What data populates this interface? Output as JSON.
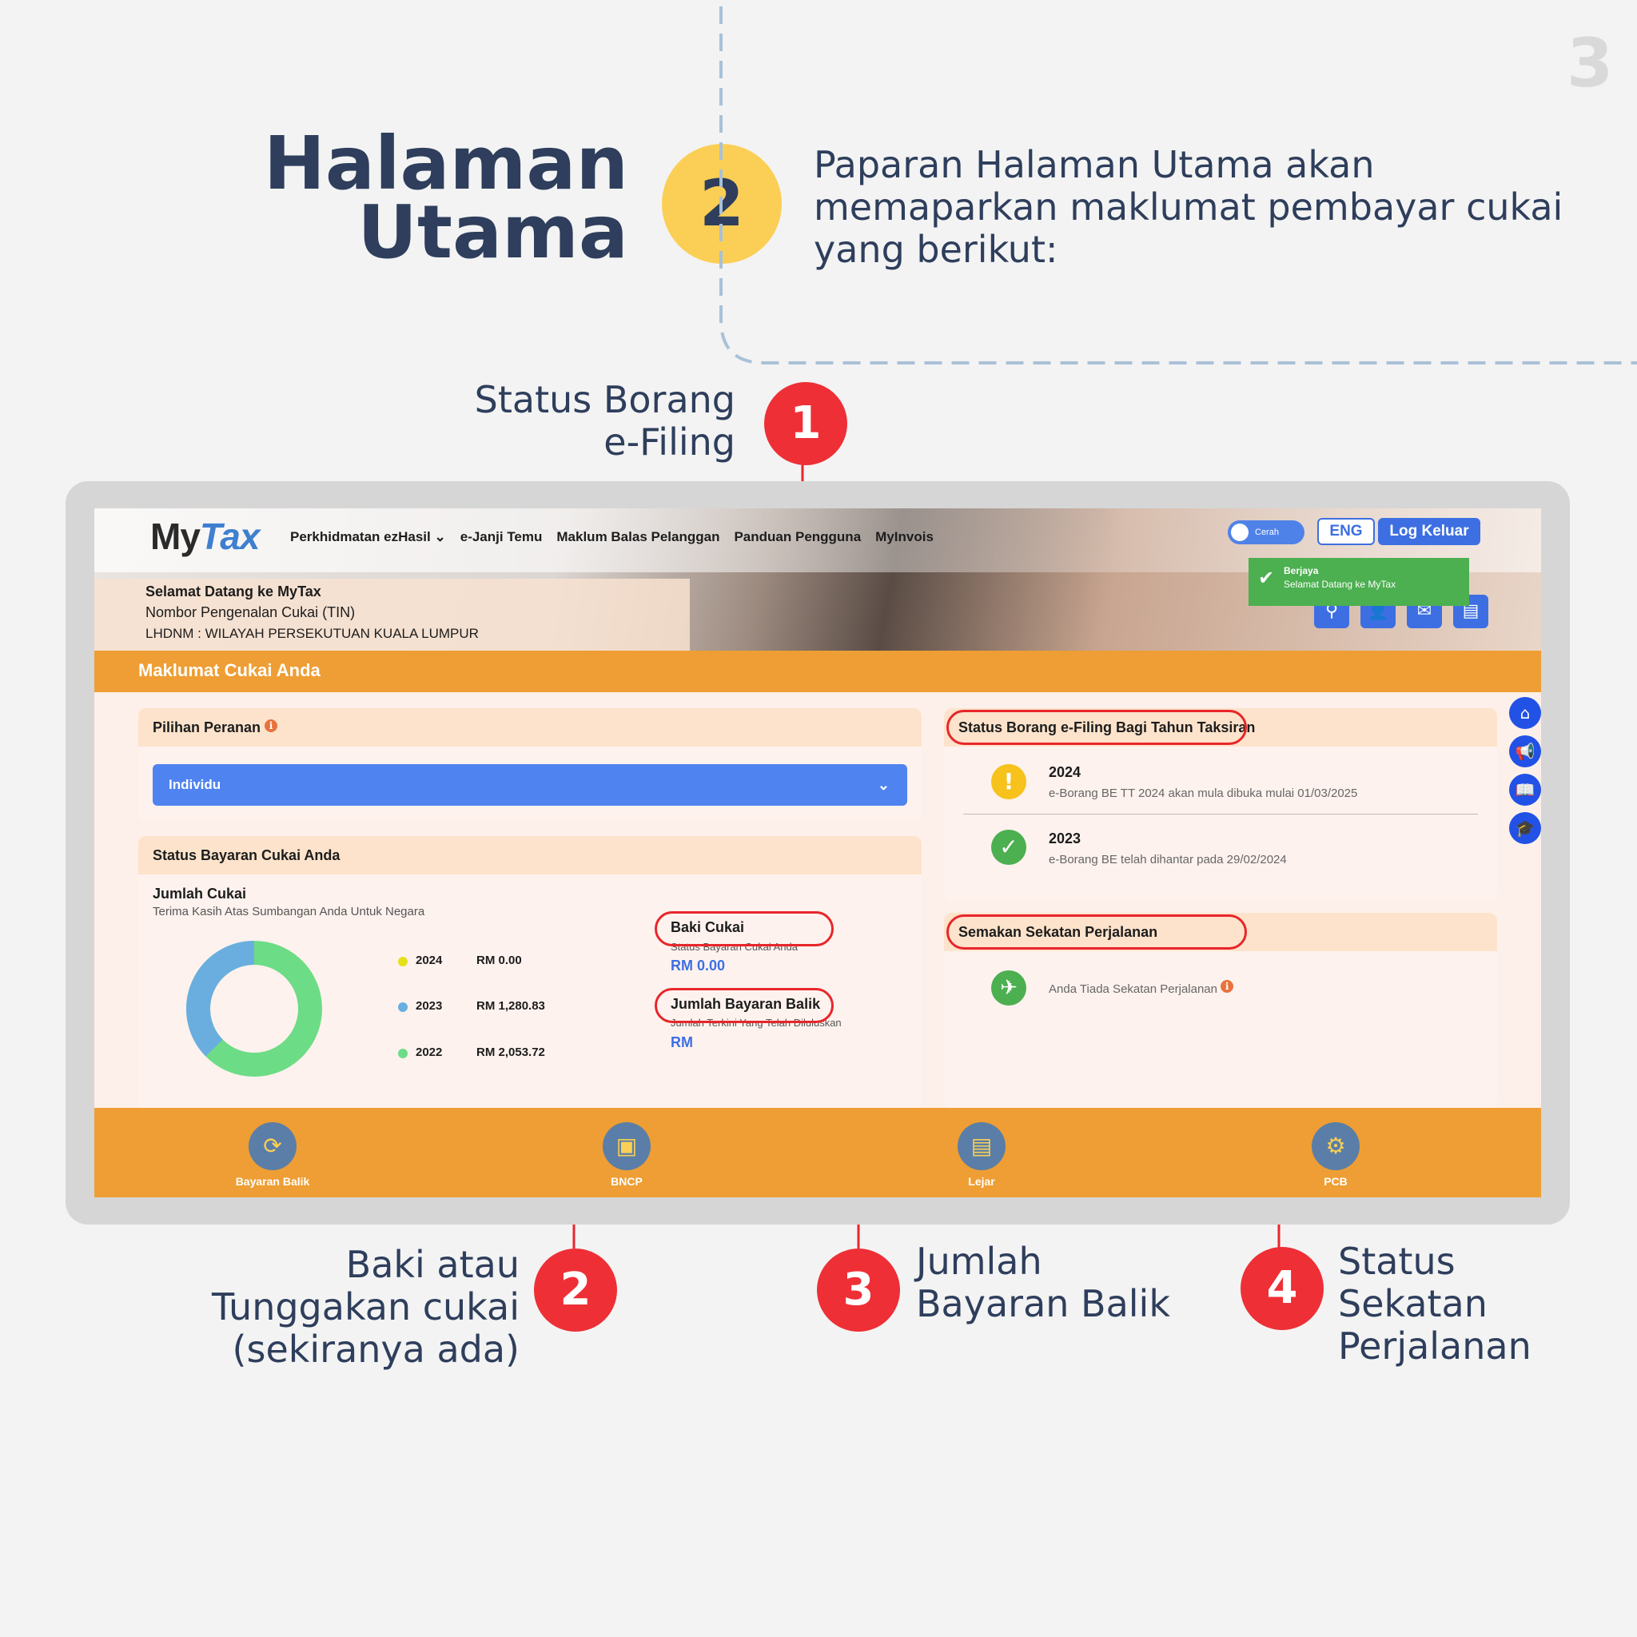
{
  "page_number": "3",
  "title_line1": "Halaman",
  "title_line2": "Utama",
  "step_number": "2",
  "intro_text": "Paparan Halaman Utama akan memaparkan maklumat pembayar cukai yang berikut:",
  "callouts": [
    {
      "number": "1",
      "label": "Status Borang e-Filing"
    },
    {
      "number": "2",
      "label": "Baki atau Tunggakan cukai (sekiranya ada)"
    },
    {
      "number": "3",
      "label": "Jumlah Bayaran Balik"
    },
    {
      "number": "4",
      "label": "Status Sekatan Perjalanan"
    }
  ],
  "app": {
    "logo_my": "My",
    "logo_tax": "Tax",
    "nav": [
      "Perkhidmatan ezHasil",
      "e-Janji Temu",
      "Maklum Balas Pelanggan",
      "Panduan Pengguna",
      "MyInvois"
    ],
    "theme_toggle": "Cerah",
    "lang_button": "ENG",
    "logout_button": "Log Keluar",
    "toast_title": "Berjaya",
    "toast_message": "Selamat Datang ke MyTax",
    "welcome": "Selamat Datang ke MyTax",
    "tin_label": "Nombor Pengenalan Cukai (TIN)",
    "office": "LHDNM : WILAYAH PERSEKUTUAN KUALA LUMPUR",
    "section_title": "Maklumat Cukai Anda",
    "role_panel_title": "Pilihan Peranan",
    "role_selected": "Individu",
    "payment_panel_title": "Status Bayaran Cukai Anda",
    "total_tax_title": "Jumlah Cukai",
    "total_tax_sub": "Terima Kasih Atas Sumbangan Anda Untuk Negara",
    "payments": [
      {
        "year": "2024",
        "amount": "RM 0.00",
        "color": "#e4e11c"
      },
      {
        "year": "2023",
        "amount": "RM 1,280.83",
        "color": "#6aaee0"
      },
      {
        "year": "2022",
        "amount": "RM 2,053.72",
        "color": "#6ddc86"
      }
    ],
    "balance_title": "Baki Cukai",
    "balance_sub": "Status Bayaran Cukai Anda",
    "balance_value": "RM 0.00",
    "refund_title": "Jumlah Bayaran Balik",
    "refund_sub": "Jumlah Terkini Yang Telah Diluluskan",
    "refund_value": "RM",
    "efiling_panel_title": "Status Borang e-Filing Bagi Tahun Taksiran",
    "efiling": [
      {
        "year": "2024",
        "desc": "e-Borang BE TT 2024 akan mula dibuka mulai 01/03/2025",
        "status": "warning"
      },
      {
        "year": "2023",
        "desc": "e-Borang BE telah dihantar pada 29/02/2024",
        "status": "done"
      }
    ],
    "travel_panel_title": "Semakan Sekatan Perjalanan",
    "travel_status": "Anda Tiada Sekatan Perjalanan",
    "bottom_menu": [
      "Bayaran Balik",
      "BNCP",
      "Lejar",
      "PCB"
    ]
  },
  "colors": {
    "accent_orange": "#ee9e34",
    "primary_blue": "#3d6fe2",
    "callout_red": "#ee2f36",
    "step_yellow": "#fbcf55"
  }
}
